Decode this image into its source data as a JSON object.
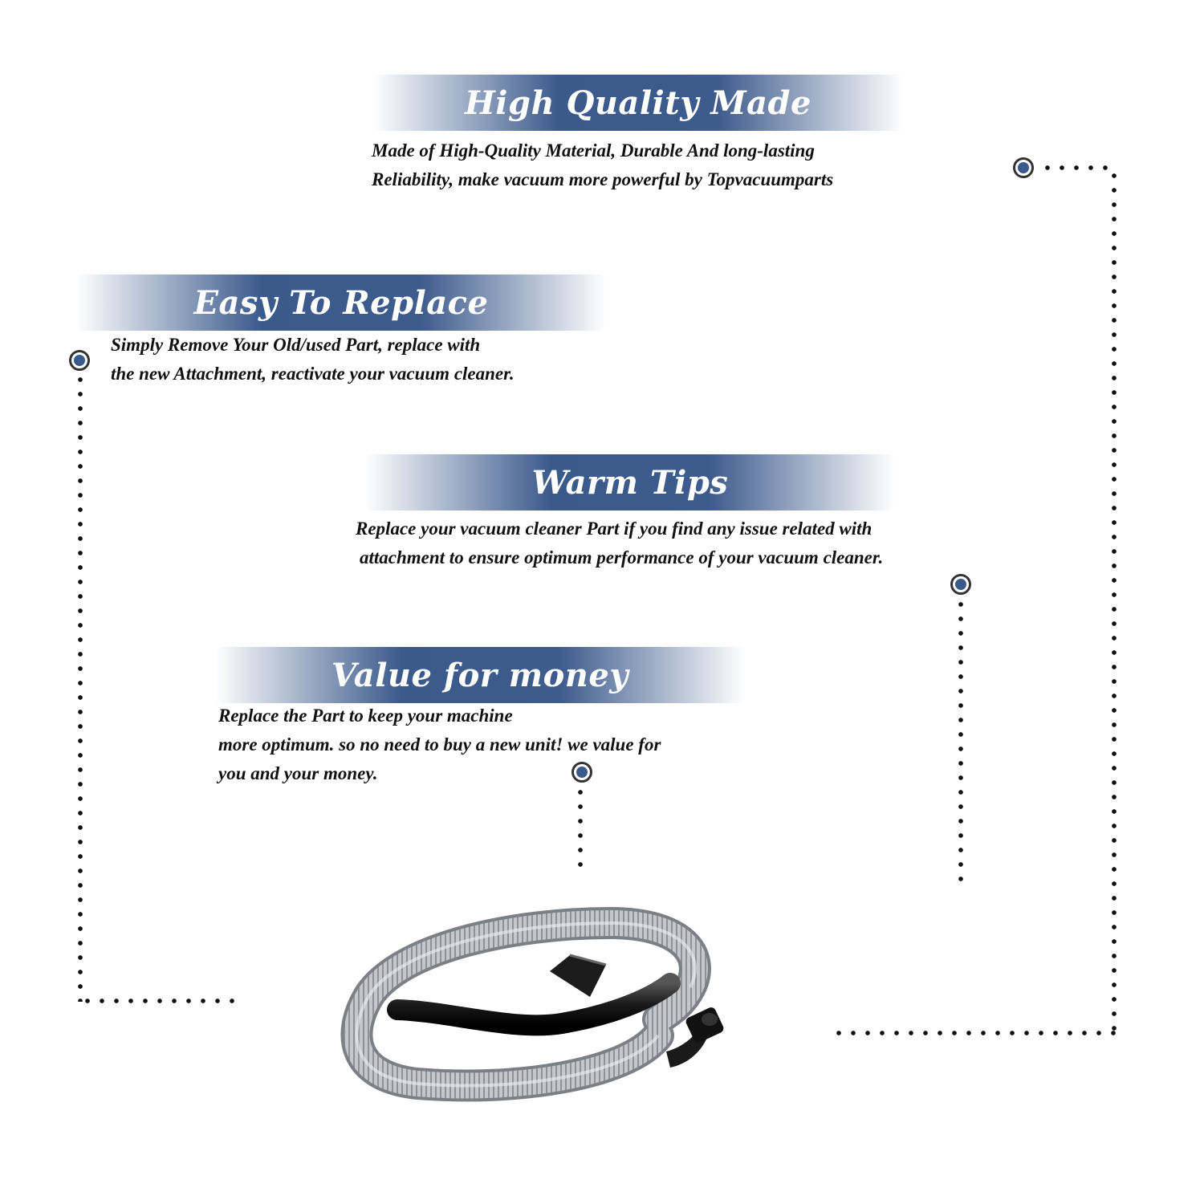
{
  "sections": [
    {
      "title": "High Quality Made",
      "lines": [
        "Made of  High-Quality Material, Durable And long-lasting",
        "Reliability, make vacuum more powerful by Topvacuumparts"
      ]
    },
    {
      "title": "Easy To Replace",
      "lines": [
        "Simply Remove Your Old/used Part, replace with",
        "the new Attachment, reactivate your vacuum cleaner."
      ]
    },
    {
      "title": "Warm Tips",
      "lines": [
        "Replace your vacuum cleaner Part if you find any issue related with",
        "attachment to ensure optimum performance of your vacuum cleaner."
      ]
    },
    {
      "title": "Value for money",
      "lines": [
        "Replace the Part to keep your machine",
        "more optimum. so no need to buy a new unit! we value for",
        "you and your money."
      ]
    }
  ],
  "colors": {
    "banner": "#3b5a8c",
    "marker_fill": "#3b5a8c",
    "text": "#111111",
    "hose": "#b9bcc0",
    "handle": "#1a1a1a"
  },
  "product_image": "flexible-vacuum-hose-with-curved-handle-and-elbow-connector"
}
